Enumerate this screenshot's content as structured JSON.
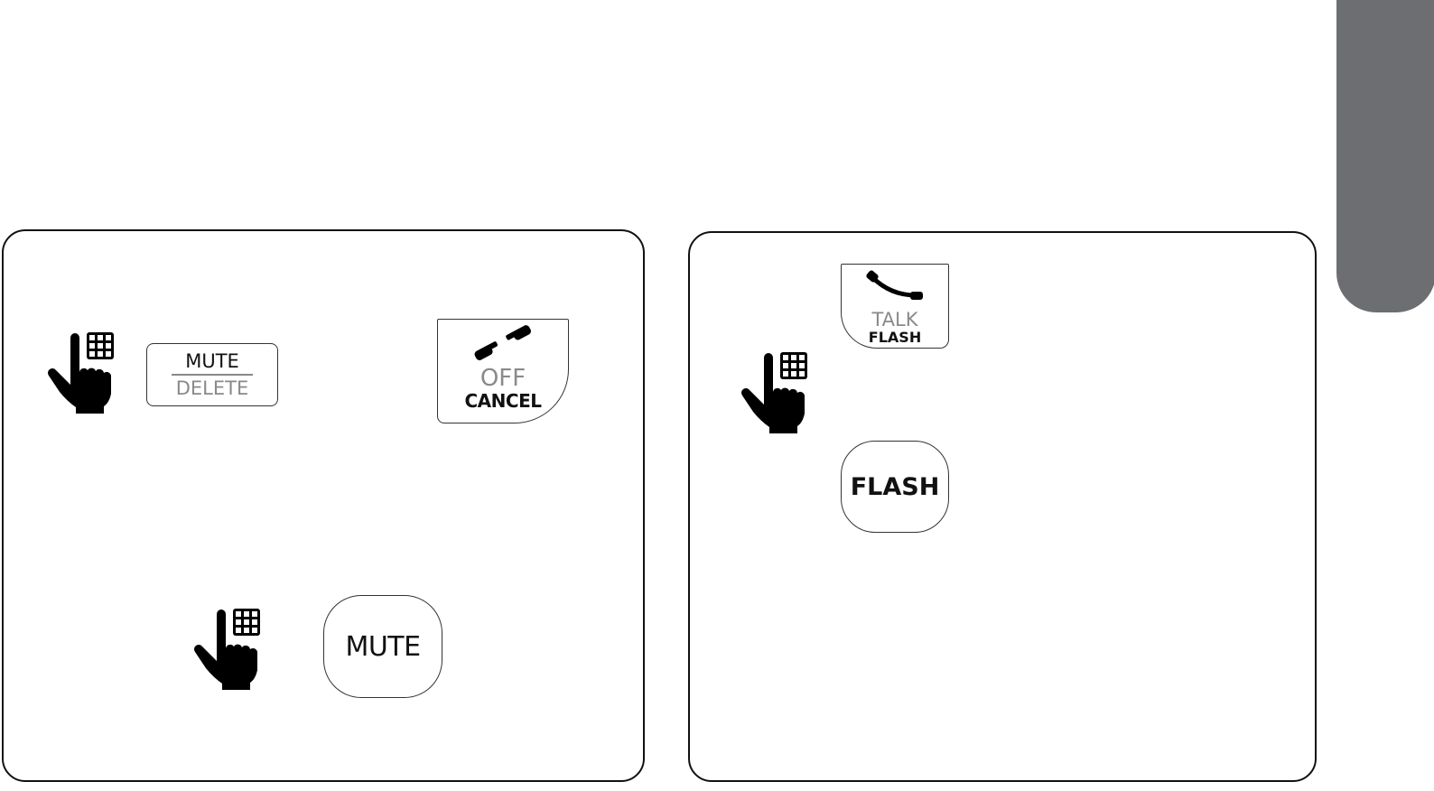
{
  "colors": {
    "tab": "#6d6e71",
    "border": "#111111",
    "muted_text": "#8a8a8a"
  },
  "left_panel": {
    "mute_delete_key": {
      "top_label": "MUTE",
      "bottom_label": "DELETE"
    },
    "off_cancel_key": {
      "icon": "phone-handset-icon",
      "top_label": "OFF",
      "bottom_label": "CANCEL"
    },
    "mute_key": {
      "label": "MUTE"
    }
  },
  "right_panel": {
    "talk_flash_key": {
      "icon": "phone-handset-icon",
      "top_label": "TALK",
      "bottom_label": "FLASH"
    },
    "flash_key": {
      "label": "FLASH"
    }
  },
  "icons": [
    "hand-press-keypad-icon"
  ]
}
